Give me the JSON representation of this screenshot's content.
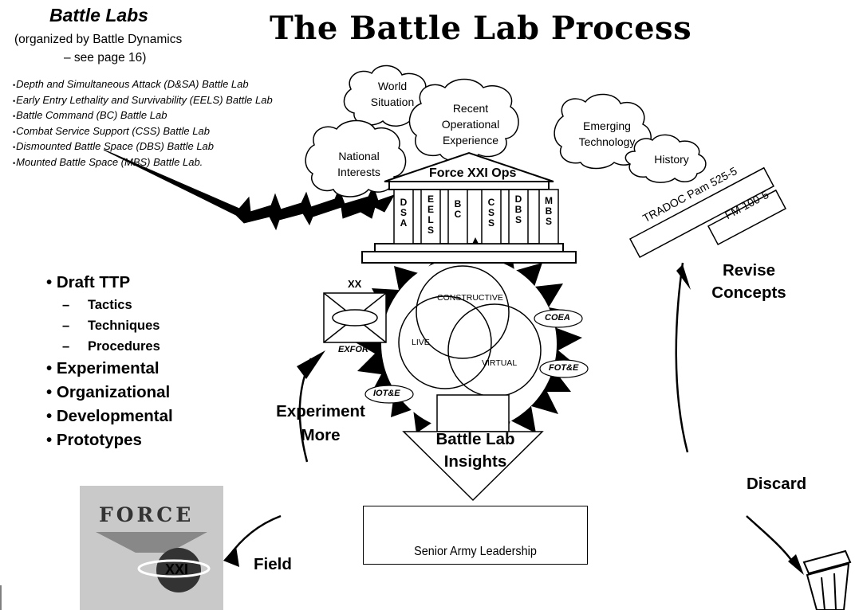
{
  "title": "The Battle Lab Process",
  "battle_labs": {
    "heading": "Battle Labs",
    "subtitle_line1": "(organized by Battle Dynamics",
    "subtitle_line2": "– see page 16)",
    "items": [
      "Depth and Simultaneous Attack (D&SA) Battle Lab",
      "Early Entry Lethality and Survivability (EELS) Battle Lab",
      "Battle Command (BC) Battle Lab",
      "Combat Service Support (CSS) Battle Lab",
      "Dismounted Battle Space (DBS) Battle Lab",
      "Mounted Battle Space (MBS) Battle Lab."
    ]
  },
  "clouds": {
    "world": "World Situation",
    "recent": "Recent Operational Experience",
    "national": "National Interests",
    "emerging": "Emerging Technology",
    "history": "History"
  },
  "temple": {
    "title": "Force XXI Ops",
    "pillars": [
      "DSA",
      "EELS",
      "BC",
      "CSS",
      "DBS",
      "MBS"
    ]
  },
  "documents": {
    "tradoc": "TRADOC Pam  525-5",
    "fm": "FM 100-5"
  },
  "venn": {
    "constructive": "CONSTRUCTIVE",
    "live": "LIVE",
    "virtual": "VIRTUAL"
  },
  "ovals": {
    "coea": "COEA",
    "fote": "FOT&E",
    "iote": "IOT&E",
    "exfor": "EXFOR"
  },
  "unit_symbol": "XX",
  "ttp_list": {
    "draft": "Draft TTP",
    "tactics": "Tactics",
    "techniques": "Techniques",
    "procedures": "Procedures",
    "experimental": "Experimental",
    "organizational": "Organizational",
    "developmental": "Developmental",
    "prototypes": "Prototypes"
  },
  "cycle_labels": {
    "revise": "Revise Concepts",
    "experiment": "Experiment More",
    "insights": "Battle Lab Insights",
    "discard": "Discard",
    "field": "Field"
  },
  "senior_leadership": "Senior Army Leadership",
  "force_logo": {
    "word": "FORCE",
    "numeral": "XXI"
  }
}
